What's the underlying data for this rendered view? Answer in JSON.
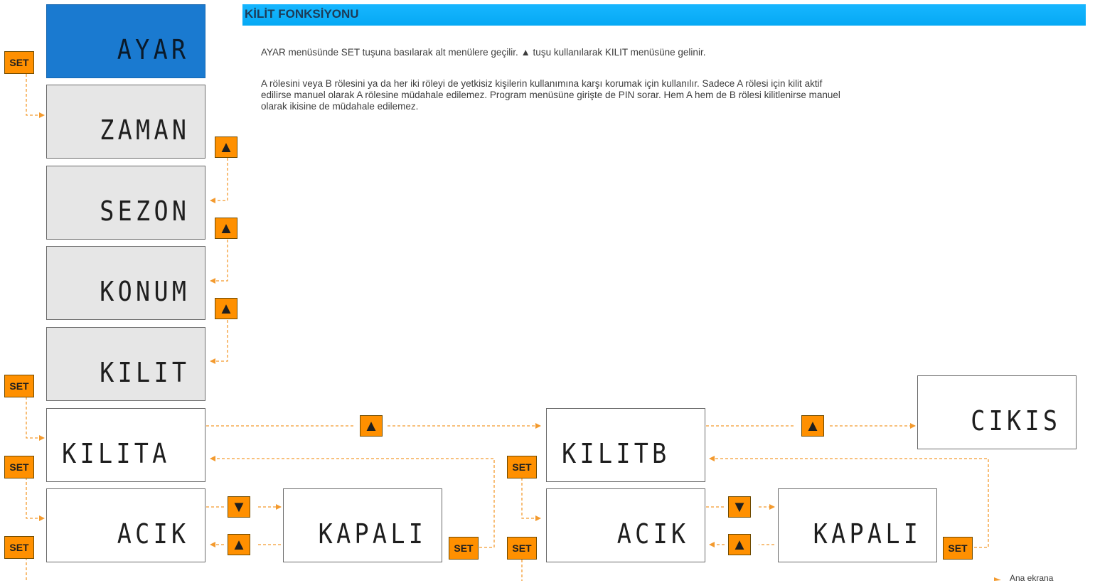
{
  "header": {
    "title": "KİLİT FONKSİYONU"
  },
  "paragraphs": {
    "p1": "AYAR menüsünde SET tuşuna basılarak alt menülere geçilir.  ▲ tuşu kullanılarak KILIT menüsüne gelinir.",
    "p2_line1": "A rölesini veya B rölesini ya da her iki röleyi de yetkisiz kişilerin kullanımına karşı korumak için kullanılır. Sadece A rölesi için kilit aktif",
    "p2_line2": "edilirse manuel olarak A rölesine müdahale edilemez. Program menüsüne girişte de PIN sorar. Hem A hem de B rölesi kilitlenirse manuel",
    "p2_line3": "olarak ikisine de müdahale edilemez."
  },
  "screens": {
    "ayar": "AYAR",
    "zaman": "ZAMAN",
    "sezon": "SEZON",
    "konum": "KONUM",
    "kilit": "KILIT",
    "kilita": "KILITA",
    "acik_a": "ACIK",
    "kapali_a": "KAPALI",
    "kilitb": "KILITB",
    "acik_b": "ACIK",
    "kapali_b": "KAPALI",
    "cikis": "CIKIS"
  },
  "buttons": {
    "set": "SET",
    "up": "▲",
    "down": "▼"
  },
  "footer": {
    "note": "Ana ekrana"
  },
  "colors": {
    "title_bar": "#06a9f4",
    "button": "#ff9000",
    "connector": "#f39a2e",
    "active_screen": "#1a7ad0",
    "menu_screen": "#e6e6e6"
  }
}
